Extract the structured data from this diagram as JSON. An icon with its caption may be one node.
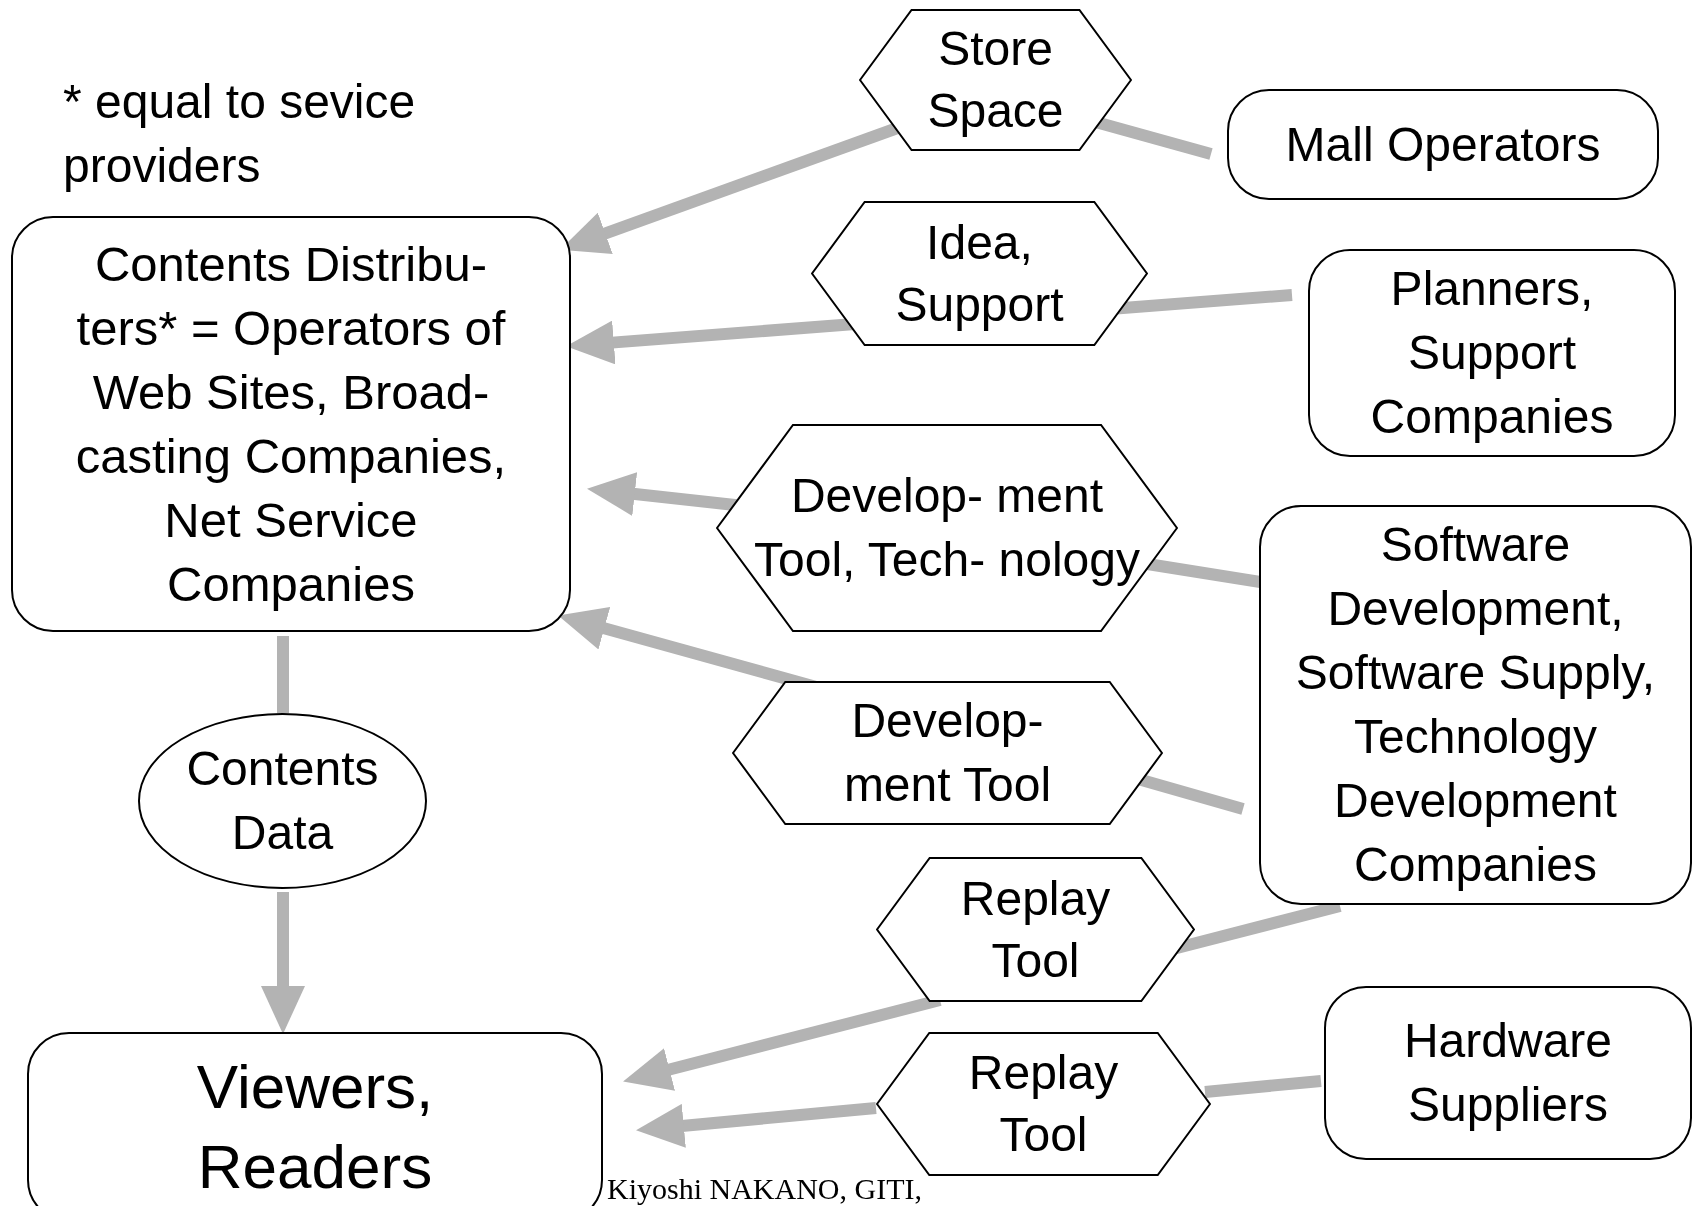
{
  "diagram": {
    "nodes": [
      {
        "text": [
          "Contents Distribu- ters* = Operators of Web Sites, Broad- casting Companies, Net Service Companies"
        ]
      },
      {
        "text": [
          "Store Space"
        ]
      },
      {
        "text": [
          "Mall Operators"
        ]
      },
      {
        "text": [
          "Idea, Support"
        ]
      },
      {
        "text": [
          "Planners, Support Companies"
        ]
      },
      {
        "text": [
          "Develop- ment Tool, Tech- nology"
        ]
      },
      {
        "text": [
          "Software Development, Software Supply, Technology Development Companies"
        ]
      },
      {
        "text": [
          "Develop- ment Tool"
        ]
      },
      {
        "text": [
          "Contents Data"
        ]
      },
      {
        "text": [
          "Viewers, Readers"
        ]
      },
      {
        "text": [
          "Replay Tool"
        ]
      },
      {
        "text": [
          "Replay Tool"
        ]
      },
      {
        "text": [
          "Hardware Suppliers"
        ]
      }
    ],
    "edges": [
      {
        "from": 2,
        "to": 1,
        "arrow": "none"
      },
      {
        "from": 1,
        "to": 0,
        "arrow": "to"
      },
      {
        "from": 4,
        "to": 3,
        "arrow": "none"
      },
      {
        "from": 3,
        "to": 0,
        "arrow": "to"
      },
      {
        "from": 6,
        "to": 5,
        "arrow": "none"
      },
      {
        "from": 5,
        "to": 0,
        "arrow": "to"
      },
      {
        "from": 6,
        "to": 7,
        "arrow": "none"
      },
      {
        "from": 7,
        "to": 0,
        "arrow": "to"
      },
      {
        "from": 6,
        "to": 10,
        "arrow": "none"
      },
      {
        "from": 10,
        "to": 9,
        "arrow": "to"
      },
      {
        "from": 12,
        "to": 11,
        "arrow": "none"
      },
      {
        "from": 11,
        "to": 9,
        "arrow": "to"
      },
      {
        "from": 0,
        "to": 8,
        "arrow": "none"
      },
      {
        "from": 8,
        "to": 9,
        "arrow": "to"
      }
    ],
    "labels": [
      "* equal to sevice providers",
      "Kiyoshi NAKANO, GITI,"
    ]
  }
}
